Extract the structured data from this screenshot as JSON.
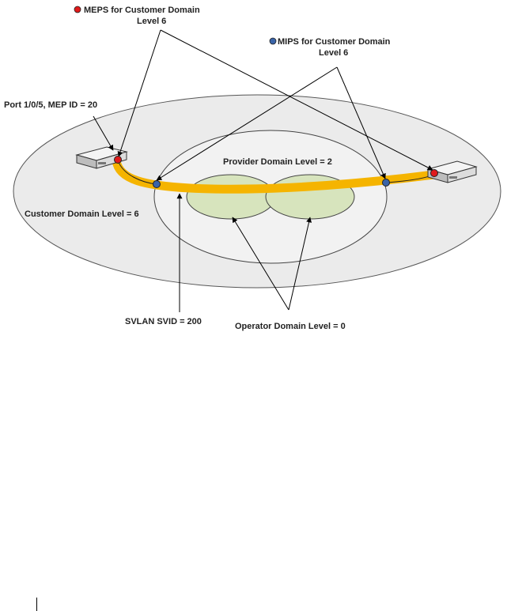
{
  "labels": {
    "meps_line1": "MEPS for Customer Domain",
    "meps_line2": "Level  6",
    "mips_line1": "MIPS for Customer Domain",
    "mips_line2": "Level  6",
    "port": "Port 1/0/5, MEP ID = 20",
    "provider": "Provider Domain Level = 2",
    "customer": "Customer Domain Level = 6",
    "svlan": "SVLAN SVID = 200",
    "operator": "Operator Domain Level = 0"
  },
  "colors": {
    "mep_dot": "#e01b1b",
    "mip_dot": "#3a64a8",
    "svlan_path": "#f5b400",
    "operator_fill": "#d7e4bd",
    "customer_fill": "#ebebeb"
  },
  "icons": {
    "mep": "red-circle",
    "mip": "blue-circle",
    "device": "network-switch"
  }
}
